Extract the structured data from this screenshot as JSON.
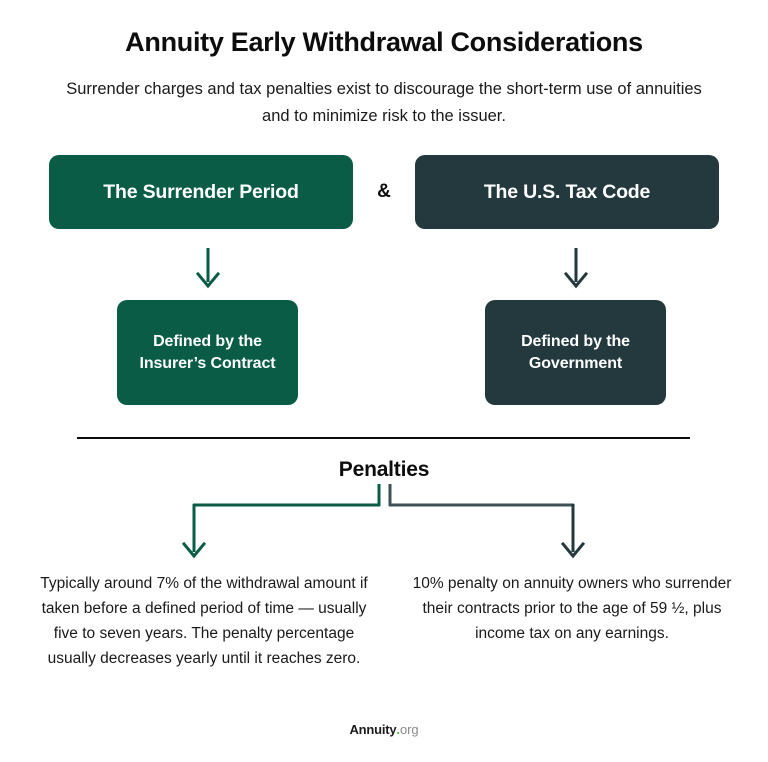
{
  "header": {
    "title": "Annuity Early Withdrawal Considerations",
    "subtitle": "Surrender charges and tax penalties exist to discourage the short-term use of annuities and to minimize risk to the issuer."
  },
  "colors": {
    "green": "#0a5c47",
    "slate": "#23393d",
    "text": "#1a1a1a",
    "accent_green": "#55b847"
  },
  "branches": {
    "connector": "&",
    "left": {
      "heading": "The Surrender Period",
      "defined_by": "Defined by the Insurer’s Contract",
      "arrow": "down-arrow-icon",
      "penalty_text": "Typically around 7% of the withdrawal amount if taken before a defined period of time — usually five to seven years. The penalty percentage usually decreases yearly until it reaches zero."
    },
    "right": {
      "heading": "The U.S. Tax Code",
      "defined_by": "Defined by the Government",
      "arrow": "down-arrow-icon",
      "penalty_text": "10% penalty on annuity owners who surrender their contracts prior to the age of 59 ½, plus income tax on any earnings."
    }
  },
  "penalties": {
    "title": "Penalties"
  },
  "footer": {
    "logo_main": "Annuity",
    "logo_dot": ".",
    "logo_tld": "org"
  }
}
